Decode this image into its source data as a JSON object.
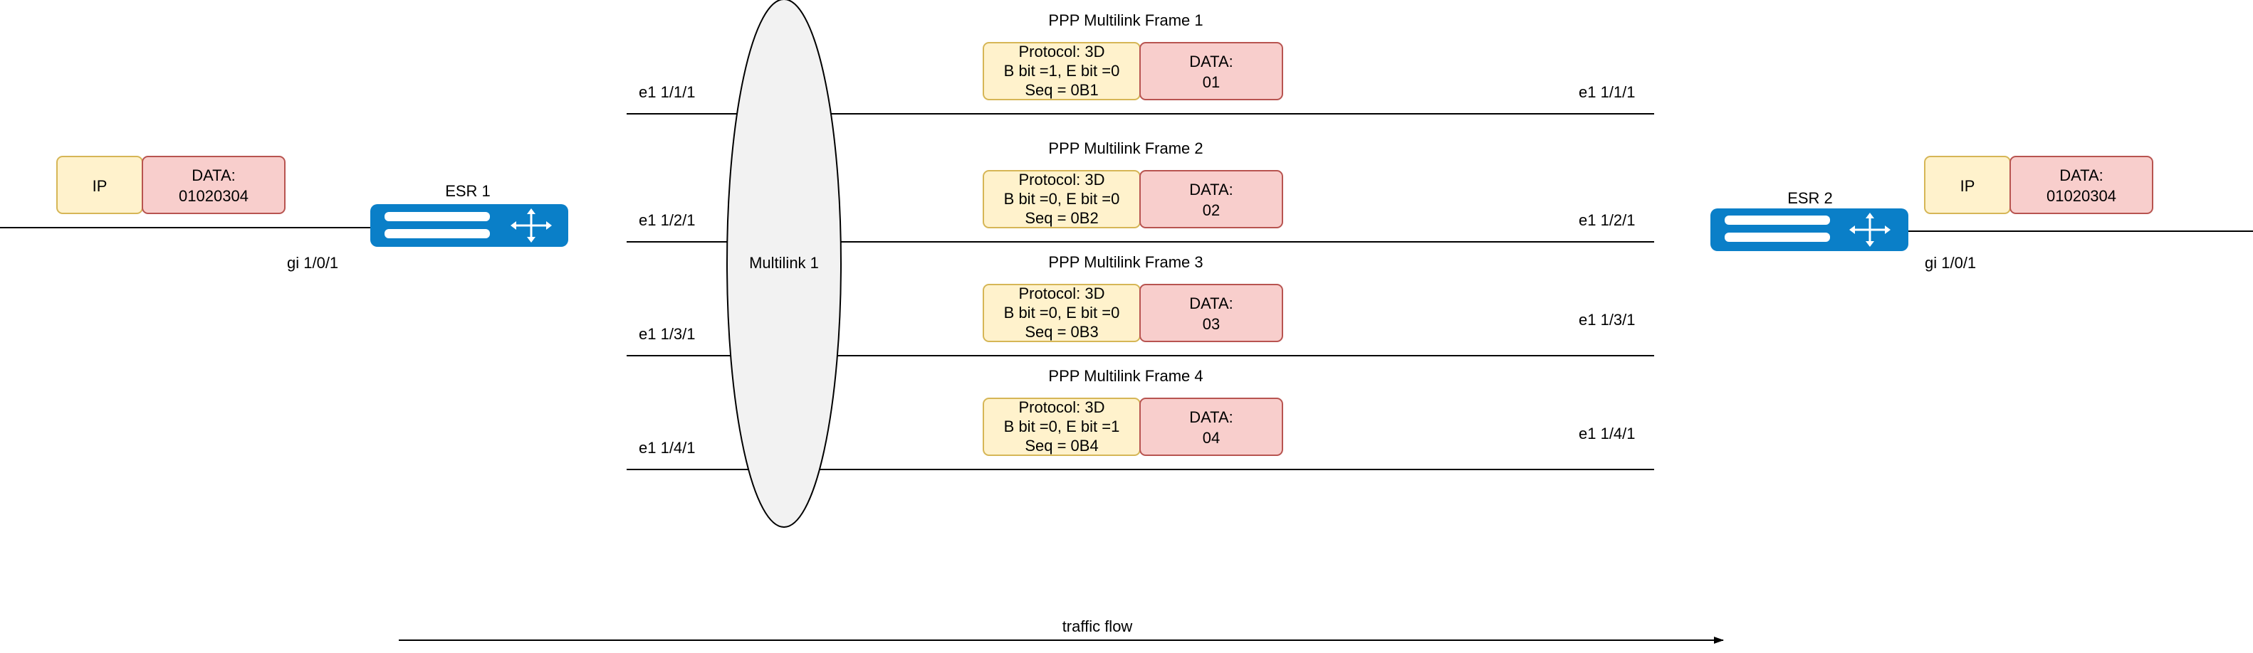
{
  "colors": {
    "ip_fill": "#fff2cc",
    "ip_stroke": "#d6b656",
    "data_fill": "#f8cecc",
    "data_stroke": "#b85450",
    "router_fill": "#0a7fc8",
    "bundle_fill": "#f2f2f2",
    "line": "#000000"
  },
  "left_packet": {
    "ip": "IP",
    "data_l1": "DATA:",
    "data_l2": "01020304"
  },
  "right_packet": {
    "ip": "IP",
    "data_l1": "DATA:",
    "data_l2": "01020304"
  },
  "esr1": {
    "label": "ESR 1",
    "iface": "gi 1/0/1",
    "icon": "router-icon"
  },
  "esr2": {
    "label": "ESR 2",
    "iface": "gi 1/0/1",
    "icon": "router-icon"
  },
  "bundle": {
    "label": "Multilink 1"
  },
  "links": [
    {
      "left_label": "e1 1/1/1",
      "right_label": "e1 1/1/1",
      "frame_title": "PPP Multilink Frame 1",
      "hdr_l1": "Protocol: 3D",
      "hdr_l2": "B bit =1, E bit =0",
      "hdr_l3": "Seq = 0B1",
      "data_l1": "DATA:",
      "data_l2": "01"
    },
    {
      "left_label": "e1 1/2/1",
      "right_label": "e1 1/2/1",
      "frame_title": "PPP Multilink Frame 2",
      "hdr_l1": "Protocol: 3D",
      "hdr_l2": "B bit =0, E bit =0",
      "hdr_l3": "Seq = 0B2",
      "data_l1": "DATA:",
      "data_l2": "02"
    },
    {
      "left_label": "e1 1/3/1",
      "right_label": "e1 1/3/1",
      "frame_title": "PPP Multilink Frame 3",
      "hdr_l1": "Protocol: 3D",
      "hdr_l2": "B bit =0, E bit =0",
      "hdr_l3": "Seq = 0B3",
      "data_l1": "DATA:",
      "data_l2": "03"
    },
    {
      "left_label": "e1 1/4/1",
      "right_label": "e1 1/4/1",
      "frame_title": "PPP Multilink Frame 4",
      "hdr_l1": "Protocol: 3D",
      "hdr_l2": "B bit =0, E bit =1",
      "hdr_l3": "Seq = 0B4",
      "data_l1": "DATA:",
      "data_l2": "04"
    }
  ],
  "flow": {
    "label": "traffic flow"
  }
}
